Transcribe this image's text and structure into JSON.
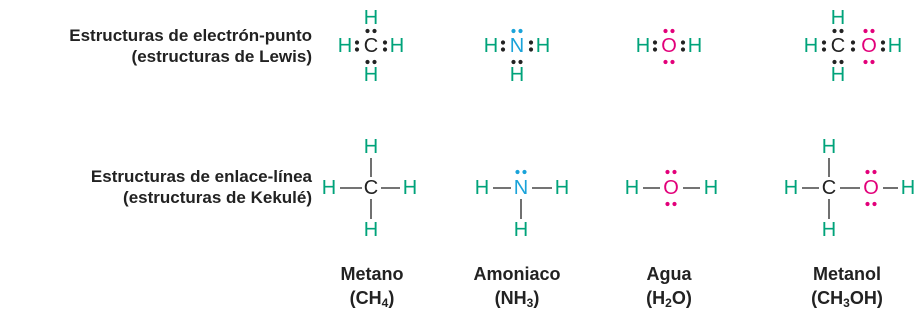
{
  "row_labels": {
    "lewis": [
      "Estructuras de electrón-punto",
      "(estructuras de Lewis)"
    ],
    "kekule": [
      "Estructuras de enlace-línea",
      "(estructuras de Kekulé)"
    ]
  },
  "colors": {
    "hydrogen": "#00a37a",
    "carbon": "#222222",
    "nitrogen": "#1aa3d9",
    "oxygen": "#e2007a",
    "text": "#222222"
  },
  "atoms": {
    "H": "H",
    "C": "C",
    "N": "N",
    "O": "O"
  },
  "molecules": [
    {
      "id": "metano",
      "name": "Metano",
      "formula": [
        "CH",
        "4",
        ""
      ]
    },
    {
      "id": "amoniaco",
      "name": "Amoniaco",
      "formula": [
        "NH",
        "3",
        ""
      ]
    },
    {
      "id": "agua",
      "name": "Agua",
      "formula": [
        "H",
        "2",
        "O"
      ]
    },
    {
      "id": "metanol",
      "name": "Metanol",
      "formula": [
        "CH",
        "3",
        "OH"
      ]
    }
  ]
}
